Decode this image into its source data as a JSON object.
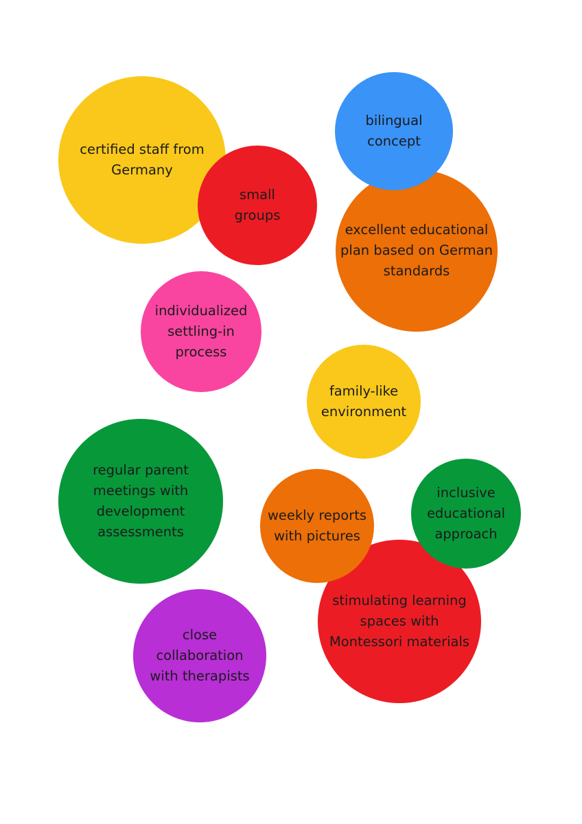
{
  "colors": {
    "yellow": "#F9C81A",
    "red": "#EC1C24",
    "blue": "#3A93F7",
    "orange": "#EC6F07",
    "pink": "#F945A0",
    "green": "#07983A",
    "purple": "#B82FD6"
  },
  "items": [
    {
      "id": "certified-staff",
      "color": "yellow",
      "lines": [
        "certified staff from",
        "Germany"
      ]
    },
    {
      "id": "small-groups",
      "color": "red",
      "lines": [
        "small",
        "groups"
      ]
    },
    {
      "id": "educational-plan",
      "color": "orange",
      "lines": [
        "excellent educational",
        "plan based on German",
        "standards"
      ]
    },
    {
      "id": "bilingual-concept",
      "color": "blue",
      "lines": [
        "bilingual",
        "concept"
      ]
    },
    {
      "id": "settling-in",
      "color": "pink",
      "lines": [
        "individualized",
        "settling-in",
        "process"
      ]
    },
    {
      "id": "family-like",
      "color": "yellow",
      "lines": [
        "family-like",
        "environment"
      ]
    },
    {
      "id": "parent-meetings",
      "color": "green",
      "lines": [
        "regular parent",
        "meetings with",
        "development",
        "assessments"
      ]
    },
    {
      "id": "learning-spaces",
      "color": "red",
      "lines": [
        "stimulating learning",
        "spaces with",
        "Montessori materials"
      ]
    },
    {
      "id": "weekly-reports",
      "color": "orange",
      "lines": [
        "weekly reports",
        "with pictures"
      ]
    },
    {
      "id": "inclusive-approach",
      "color": "green",
      "lines": [
        "inclusive",
        "educational",
        "approach"
      ]
    },
    {
      "id": "therapists",
      "color": "purple",
      "lines": [
        "close",
        "collaboration",
        "with therapists"
      ]
    }
  ]
}
